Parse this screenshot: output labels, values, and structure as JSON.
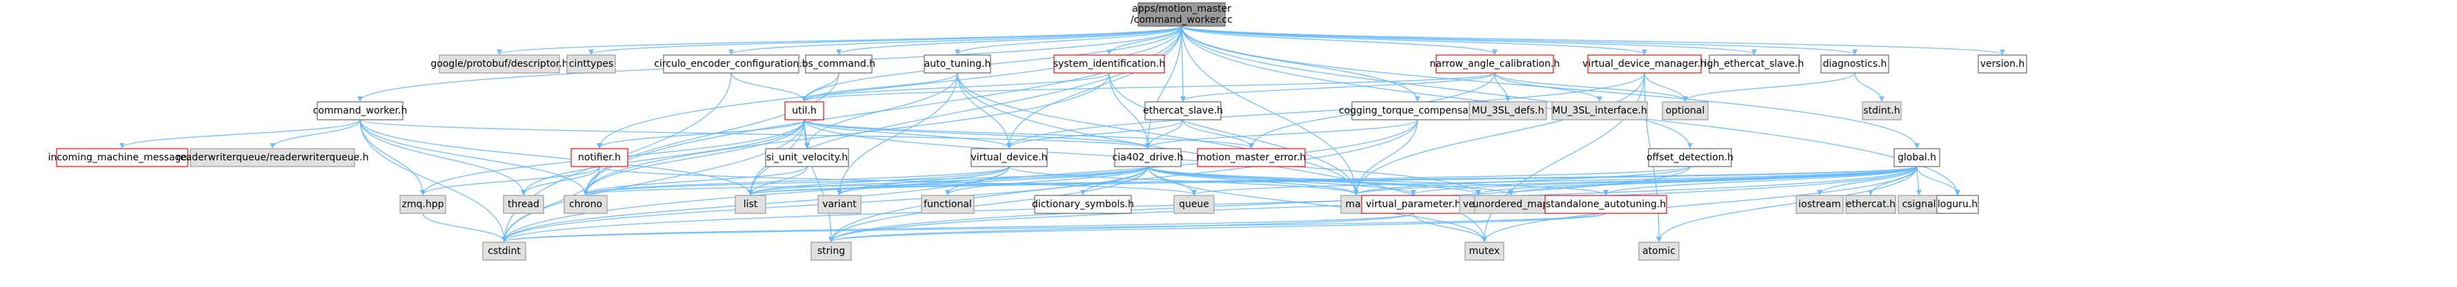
{
  "graph": {
    "colors": {
      "edge": "#63b8ff",
      "root_fill": "#999999",
      "external_fill": "#e0e0e0",
      "highlight_border": "#ff0000",
      "internal_border": "#666666",
      "text": "#000000"
    },
    "nodes": [
      {
        "id": "root",
        "lines": [
          "apps/motion_master",
          "/command_worker.cc"
        ],
        "kind": "root"
      },
      {
        "id": "google_protobuf",
        "lines": [
          "google/protobuf/descriptor.h"
        ],
        "kind": "ext"
      },
      {
        "id": "cinttypes",
        "lines": [
          "cinttypes"
        ],
        "kind": "ext"
      },
      {
        "id": "circulo",
        "lines": [
          "circulo_encoder_configuration.h"
        ],
        "kind": "int"
      },
      {
        "id": "os_command",
        "lines": [
          "os_command.h"
        ],
        "kind": "int"
      },
      {
        "id": "auto_tuning",
        "lines": [
          "auto_tuning.h"
        ],
        "kind": "int"
      },
      {
        "id": "system_identification",
        "lines": [
          "system_identification.h"
        ],
        "kind": "red"
      },
      {
        "id": "narrow_angle",
        "lines": [
          "narrow_angle_calibration.h"
        ],
        "kind": "red"
      },
      {
        "id": "virtual_device_manager",
        "lines": [
          "virtual_device_manager.h"
        ],
        "kind": "red"
      },
      {
        "id": "igh_ethercat_slave",
        "lines": [
          "igh_ethercat_slave.h"
        ],
        "kind": "int"
      },
      {
        "id": "diagnostics",
        "lines": [
          "diagnostics.h"
        ],
        "kind": "int"
      },
      {
        "id": "version",
        "lines": [
          "version.h"
        ],
        "kind": "int"
      },
      {
        "id": "command_worker_h",
        "lines": [
          "command_worker.h"
        ],
        "kind": "int"
      },
      {
        "id": "util",
        "lines": [
          "util.h"
        ],
        "kind": "red"
      },
      {
        "id": "ethercat_slave",
        "lines": [
          "ethercat_slave.h"
        ],
        "kind": "int"
      },
      {
        "id": "cogging",
        "lines": [
          "cogging_torque_compensation.h"
        ],
        "kind": "int"
      },
      {
        "id": "mu_3sl_defs",
        "lines": [
          "MU_3SL_defs.h"
        ],
        "kind": "ext"
      },
      {
        "id": "mu_3sl_interface",
        "lines": [
          "MU_3SL_interface.h"
        ],
        "kind": "ext"
      },
      {
        "id": "optional",
        "lines": [
          "optional"
        ],
        "kind": "ext"
      },
      {
        "id": "stdint",
        "lines": [
          "stdint.h"
        ],
        "kind": "ext"
      },
      {
        "id": "incoming",
        "lines": [
          "incoming_machine_message.h"
        ],
        "kind": "red"
      },
      {
        "id": "readerwriterqueue",
        "lines": [
          "readerwriterqueue/readerwriterqueue.h"
        ],
        "kind": "ext"
      },
      {
        "id": "notifier",
        "lines": [
          "notifier.h"
        ],
        "kind": "red"
      },
      {
        "id": "si_unit_velocity",
        "lines": [
          "si_unit_velocity.h"
        ],
        "kind": "int"
      },
      {
        "id": "virtual_device",
        "lines": [
          "virtual_device.h"
        ],
        "kind": "int"
      },
      {
        "id": "cia402_drive",
        "lines": [
          "cia402_drive.h"
        ],
        "kind": "int"
      },
      {
        "id": "motion_master_error",
        "lines": [
          "motion_master_error.h"
        ],
        "kind": "red"
      },
      {
        "id": "offset_detection",
        "lines": [
          "offset_detection.h"
        ],
        "kind": "int"
      },
      {
        "id": "global",
        "lines": [
          "global.h"
        ],
        "kind": "int"
      },
      {
        "id": "zmq",
        "lines": [
          "zmq.hpp"
        ],
        "kind": "ext"
      },
      {
        "id": "thread",
        "lines": [
          "thread"
        ],
        "kind": "ext"
      },
      {
        "id": "chrono",
        "lines": [
          "chrono"
        ],
        "kind": "ext"
      },
      {
        "id": "list",
        "lines": [
          "list"
        ],
        "kind": "ext"
      },
      {
        "id": "variant",
        "lines": [
          "variant"
        ],
        "kind": "ext"
      },
      {
        "id": "functional",
        "lines": [
          "functional"
        ],
        "kind": "ext"
      },
      {
        "id": "dictionary_symbols",
        "lines": [
          "dictionary_symbols.h"
        ],
        "kind": "int"
      },
      {
        "id": "queue",
        "lines": [
          "queue"
        ],
        "kind": "ext"
      },
      {
        "id": "map",
        "lines": [
          "map"
        ],
        "kind": "ext"
      },
      {
        "id": "virtual_parameter",
        "lines": [
          "virtual_parameter.h"
        ],
        "kind": "red"
      },
      {
        "id": "vector",
        "lines": [
          "vector"
        ],
        "kind": "ext"
      },
      {
        "id": "unordered_map",
        "lines": [
          "unordered_map"
        ],
        "kind": "ext"
      },
      {
        "id": "standalone_autotuning",
        "lines": [
          "standalone_autotuning.h"
        ],
        "kind": "red"
      },
      {
        "id": "iostream",
        "lines": [
          "iostream"
        ],
        "kind": "ext"
      },
      {
        "id": "ethercat_h",
        "lines": [
          "ethercat.h"
        ],
        "kind": "ext"
      },
      {
        "id": "csignal",
        "lines": [
          "csignal"
        ],
        "kind": "ext"
      },
      {
        "id": "loguru",
        "lines": [
          "loguru.h"
        ],
        "kind": "int"
      },
      {
        "id": "cstdint",
        "lines": [
          "cstdint"
        ],
        "kind": "ext"
      },
      {
        "id": "string",
        "lines": [
          "string"
        ],
        "kind": "ext"
      },
      {
        "id": "mutex",
        "lines": [
          "mutex"
        ],
        "kind": "ext"
      },
      {
        "id": "atomic",
        "lines": [
          "atomic"
        ],
        "kind": "ext"
      }
    ],
    "edges": [
      [
        "root",
        "google_protobuf"
      ],
      [
        "root",
        "cinttypes"
      ],
      [
        "root",
        "circulo"
      ],
      [
        "root",
        "os_command"
      ],
      [
        "root",
        "auto_tuning"
      ],
      [
        "root",
        "system_identification"
      ],
      [
        "root",
        "narrow_angle"
      ],
      [
        "root",
        "virtual_device_manager"
      ],
      [
        "root",
        "igh_ethercat_slave"
      ],
      [
        "root",
        "diagnostics"
      ],
      [
        "root",
        "version"
      ],
      [
        "root",
        "command_worker_h"
      ],
      [
        "root",
        "util"
      ],
      [
        "root",
        "ethercat_slave"
      ],
      [
        "root",
        "cogging"
      ],
      [
        "root",
        "notifier"
      ],
      [
        "root",
        "virtual_device"
      ],
      [
        "root",
        "cia402_drive"
      ],
      [
        "root",
        "offset_detection"
      ],
      [
        "root",
        "global"
      ],
      [
        "root",
        "loguru"
      ],
      [
        "root",
        "map"
      ],
      [
        "root",
        "chrono"
      ],
      [
        "root",
        "list"
      ],
      [
        "circulo",
        "util"
      ],
      [
        "circulo",
        "cstdint"
      ],
      [
        "os_command",
        "util"
      ],
      [
        "os_command",
        "chrono"
      ],
      [
        "auto_tuning",
        "util"
      ],
      [
        "auto_tuning",
        "virtual_device"
      ],
      [
        "auto_tuning",
        "si_unit_velocity"
      ],
      [
        "auto_tuning",
        "variant"
      ],
      [
        "auto_tuning",
        "mutex"
      ],
      [
        "auto_tuning",
        "map"
      ],
      [
        "system_identification",
        "util"
      ],
      [
        "system_identification",
        "cia402_drive"
      ],
      [
        "system_identification",
        "map"
      ],
      [
        "system_identification",
        "chrono"
      ],
      [
        "narrow_angle",
        "util"
      ],
      [
        "narrow_angle",
        "mu_3sl_defs"
      ],
      [
        "narrow_angle",
        "mu_3sl_interface"
      ],
      [
        "narrow_angle",
        "optional"
      ],
      [
        "narrow_angle",
        "motion_master_error"
      ],
      [
        "narrow_angle",
        "ethercat_slave"
      ],
      [
        "virtual_device_manager",
        "virtual_device"
      ],
      [
        "virtual_device_manager",
        "optional"
      ],
      [
        "virtual_device_manager",
        "map"
      ],
      [
        "virtual_device_manager",
        "mutex"
      ],
      [
        "virtual_device_manager",
        "atomic"
      ],
      [
        "diagnostics",
        "optional"
      ],
      [
        "diagnostics",
        "stdint"
      ],
      [
        "command_worker_h",
        "incoming"
      ],
      [
        "command_worker_h",
        "readerwriterqueue"
      ],
      [
        "command_worker_h",
        "zmq"
      ],
      [
        "command_worker_h",
        "thread"
      ],
      [
        "command_worker_h",
        "chrono"
      ],
      [
        "command_worker_h",
        "list"
      ],
      [
        "command_worker_h",
        "cstdint"
      ],
      [
        "command_worker_h",
        "cia402_drive"
      ],
      [
        "util",
        "notifier"
      ],
      [
        "util",
        "si_unit_velocity"
      ],
      [
        "util",
        "virtual_device"
      ],
      [
        "util",
        "cia402_drive"
      ],
      [
        "util",
        "motion_master_error"
      ],
      [
        "util",
        "zmq"
      ],
      [
        "util",
        "thread"
      ],
      [
        "util",
        "chrono"
      ],
      [
        "util",
        "list"
      ],
      [
        "util",
        "string"
      ],
      [
        "util",
        "cstdint"
      ],
      [
        "util",
        "vector"
      ],
      [
        "ethercat_slave",
        "cia402_drive"
      ],
      [
        "ethercat_slave",
        "motion_master_error"
      ],
      [
        "ethercat_slave",
        "virtual_device"
      ],
      [
        "cogging",
        "cia402_drive"
      ],
      [
        "cogging",
        "map"
      ],
      [
        "cogging",
        "string"
      ],
      [
        "cogging",
        "cstdint"
      ],
      [
        "notifier",
        "zmq"
      ],
      [
        "notifier",
        "cstdint"
      ],
      [
        "notifier",
        "thread"
      ],
      [
        "notifier",
        "queue"
      ],
      [
        "si_unit_velocity",
        "chrono"
      ],
      [
        "si_unit_velocity",
        "list"
      ],
      [
        "virtual_device",
        "cstdint"
      ],
      [
        "virtual_device",
        "variant"
      ],
      [
        "virtual_device",
        "functional"
      ],
      [
        "virtual_device",
        "list"
      ],
      [
        "virtual_device",
        "map"
      ],
      [
        "virtual_device",
        "chrono"
      ],
      [
        "cia402_drive",
        "dictionary_symbols"
      ],
      [
        "cia402_drive",
        "queue"
      ],
      [
        "cia402_drive",
        "map"
      ],
      [
        "cia402_drive",
        "virtual_parameter"
      ],
      [
        "cia402_drive",
        "variant"
      ],
      [
        "cia402_drive",
        "functional"
      ],
      [
        "cia402_drive",
        "string"
      ],
      [
        "cia402_drive",
        "cstdint"
      ],
      [
        "cia402_drive",
        "mutex"
      ],
      [
        "cia402_drive",
        "list"
      ],
      [
        "cia402_drive",
        "chrono"
      ],
      [
        "cia402_drive",
        "unordered_map"
      ],
      [
        "cia402_drive",
        "standalone_autotuning"
      ],
      [
        "cia402_drive",
        "vector"
      ],
      [
        "offset_detection",
        "map"
      ],
      [
        "offset_detection",
        "list"
      ],
      [
        "offset_detection",
        "string"
      ],
      [
        "global",
        "iostream"
      ],
      [
        "global",
        "ethercat_h"
      ],
      [
        "global",
        "csignal"
      ],
      [
        "global",
        "loguru"
      ],
      [
        "global",
        "map"
      ],
      [
        "global",
        "vector"
      ],
      [
        "global",
        "unordered_map"
      ],
      [
        "global",
        "mutex"
      ],
      [
        "global",
        "atomic"
      ],
      [
        "global",
        "string"
      ],
      [
        "global",
        "cstdint"
      ],
      [
        "global",
        "list"
      ],
      [
        "global",
        "chrono"
      ],
      [
        "global",
        "standalone_autotuning"
      ],
      [
        "global",
        "virtual_parameter"
      ],
      [
        "global",
        "queue"
      ],
      [
        "virtual_parameter",
        "string"
      ],
      [
        "virtual_parameter",
        "mutex"
      ],
      [
        "virtual_parameter",
        "cstdint"
      ],
      [
        "standalone_autotuning",
        "string"
      ],
      [
        "standalone_autotuning",
        "cstdint"
      ],
      [
        "zmq",
        "cstdint"
      ]
    ]
  }
}
